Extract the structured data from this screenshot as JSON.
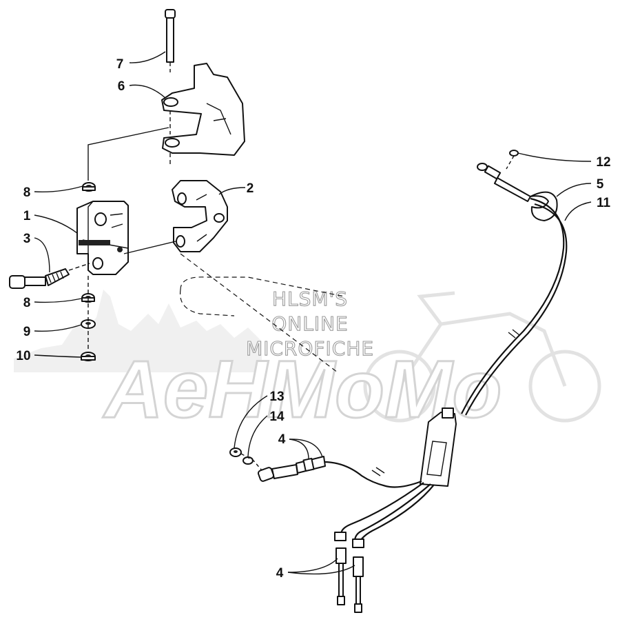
{
  "watermark": {
    "lines": [
      "HLSM'S",
      "ONLINE",
      "MICROFICHE"
    ],
    "logo_text": "AeHMoMo"
  },
  "callouts": [
    {
      "id": "c7",
      "label": "7"
    },
    {
      "id": "c6",
      "label": "6"
    },
    {
      "id": "c8a",
      "label": "8"
    },
    {
      "id": "c1",
      "label": "1"
    },
    {
      "id": "c3",
      "label": "3"
    },
    {
      "id": "c8b",
      "label": "8"
    },
    {
      "id": "c9",
      "label": "9"
    },
    {
      "id": "c10",
      "label": "10"
    },
    {
      "id": "c2",
      "label": "2"
    },
    {
      "id": "c12",
      "label": "12"
    },
    {
      "id": "c5",
      "label": "5"
    },
    {
      "id": "c11",
      "label": "11"
    },
    {
      "id": "c13",
      "label": "13"
    },
    {
      "id": "c14",
      "label": "14"
    },
    {
      "id": "c4a",
      "label": "4"
    },
    {
      "id": "c4b",
      "label": "4"
    }
  ]
}
